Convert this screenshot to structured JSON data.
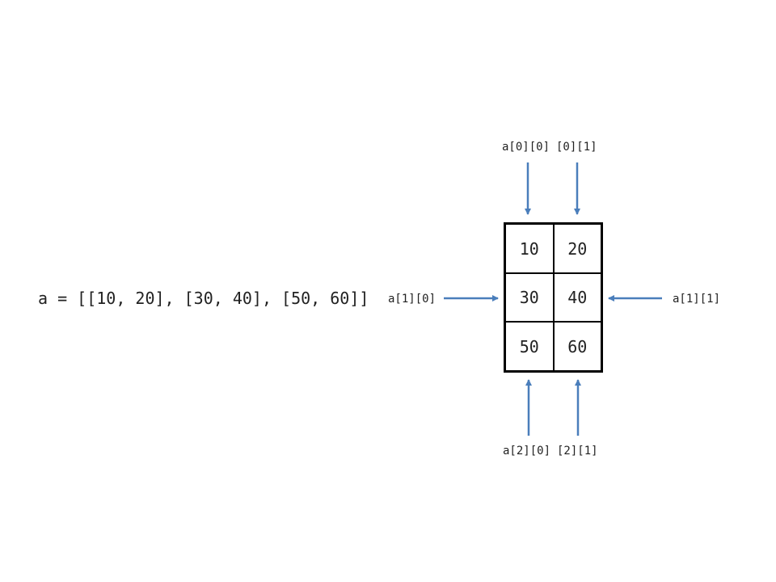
{
  "expression": "a = [[10, 20], [30, 40], [50, 60]]",
  "cells": [
    [
      "10",
      "20"
    ],
    [
      "30",
      "40"
    ],
    [
      "50",
      "60"
    ]
  ],
  "labels": {
    "top_left": "a[0][0]",
    "top_right": "[0][1]",
    "mid_left": "a[1][0]",
    "mid_right": "a[1][1]",
    "bottom_left": "a[2][0]",
    "bottom_right": "[2][1]"
  },
  "colors": {
    "arrow": "#4A7EBB",
    "grid_border": "#000000",
    "text": "#222222"
  }
}
